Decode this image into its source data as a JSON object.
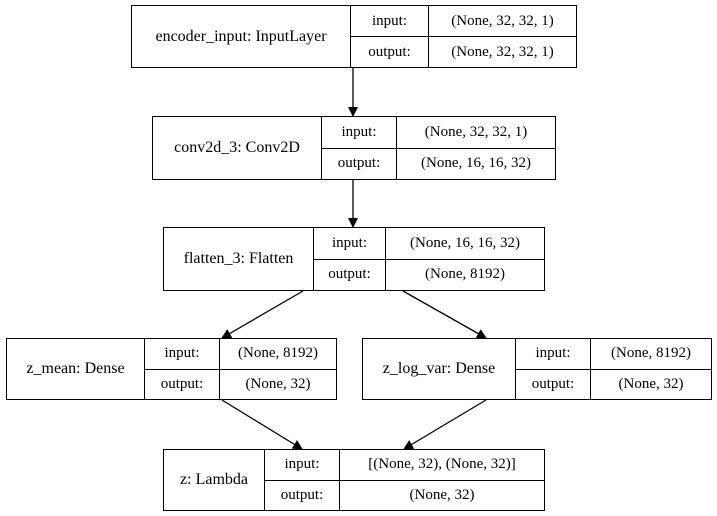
{
  "labels": {
    "input": "input:",
    "output": "output:"
  },
  "nodes": {
    "encoder_input": {
      "name": "encoder_input: InputLayer",
      "input": "(None, 32, 32, 1)",
      "output": "(None, 32, 32, 1)"
    },
    "conv2d_3": {
      "name": "conv2d_3: Conv2D",
      "input": "(None, 32, 32, 1)",
      "output": "(None, 16, 16, 32)"
    },
    "flatten_3": {
      "name": "flatten_3: Flatten",
      "input": "(None, 16, 16, 32)",
      "output": "(None, 8192)"
    },
    "z_mean": {
      "name": "z_mean: Dense",
      "input": "(None, 8192)",
      "output": "(None, 32)"
    },
    "z_log_var": {
      "name": "z_log_var: Dense",
      "input": "(None, 8192)",
      "output": "(None, 32)"
    },
    "z": {
      "name": "z: Lambda",
      "input": "[(None, 32), (None, 32)]",
      "output": "(None, 32)"
    }
  },
  "edges": [
    {
      "from": "encoder_input",
      "to": "conv2d_3"
    },
    {
      "from": "conv2d_3",
      "to": "flatten_3"
    },
    {
      "from": "flatten_3",
      "to": "z_mean"
    },
    {
      "from": "flatten_3",
      "to": "z_log_var"
    },
    {
      "from": "z_mean",
      "to": "z"
    },
    {
      "from": "z_log_var",
      "to": "z"
    }
  ]
}
